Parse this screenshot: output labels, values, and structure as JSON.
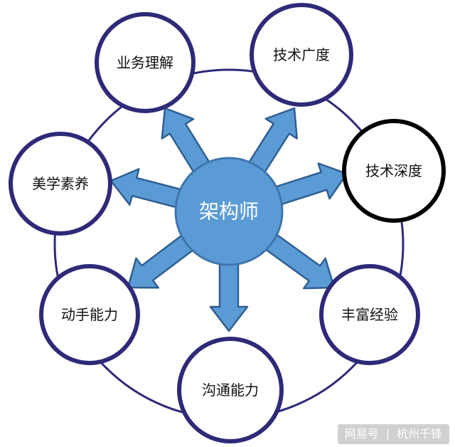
{
  "center": {
    "label": "架构师"
  },
  "nodes": [
    {
      "id": "business",
      "label": "业务理解"
    },
    {
      "id": "tech-breadth",
      "label": "技术广度"
    },
    {
      "id": "tech-depth",
      "label": "技术深度",
      "highlight": true
    },
    {
      "id": "experience",
      "label": "丰富经验"
    },
    {
      "id": "communication",
      "label": "沟通能力"
    },
    {
      "id": "hands-on",
      "label": "动手能力"
    },
    {
      "id": "aesthetics",
      "label": "美学素养"
    }
  ],
  "watermark": {
    "source": "网易号",
    "separator": "|",
    "account": "杭州千锋"
  },
  "colors": {
    "ring": "#2e2a78",
    "highlight_ring": "#000000",
    "node_fill": "#ffffff",
    "center_fill": "#5b9bd5",
    "center_stroke": "#3f75ad",
    "arrow_fill": "#5b9bd5",
    "arrow_stroke": "#2f5f92",
    "label": "#111111",
    "center_label": "#ffffff"
  }
}
